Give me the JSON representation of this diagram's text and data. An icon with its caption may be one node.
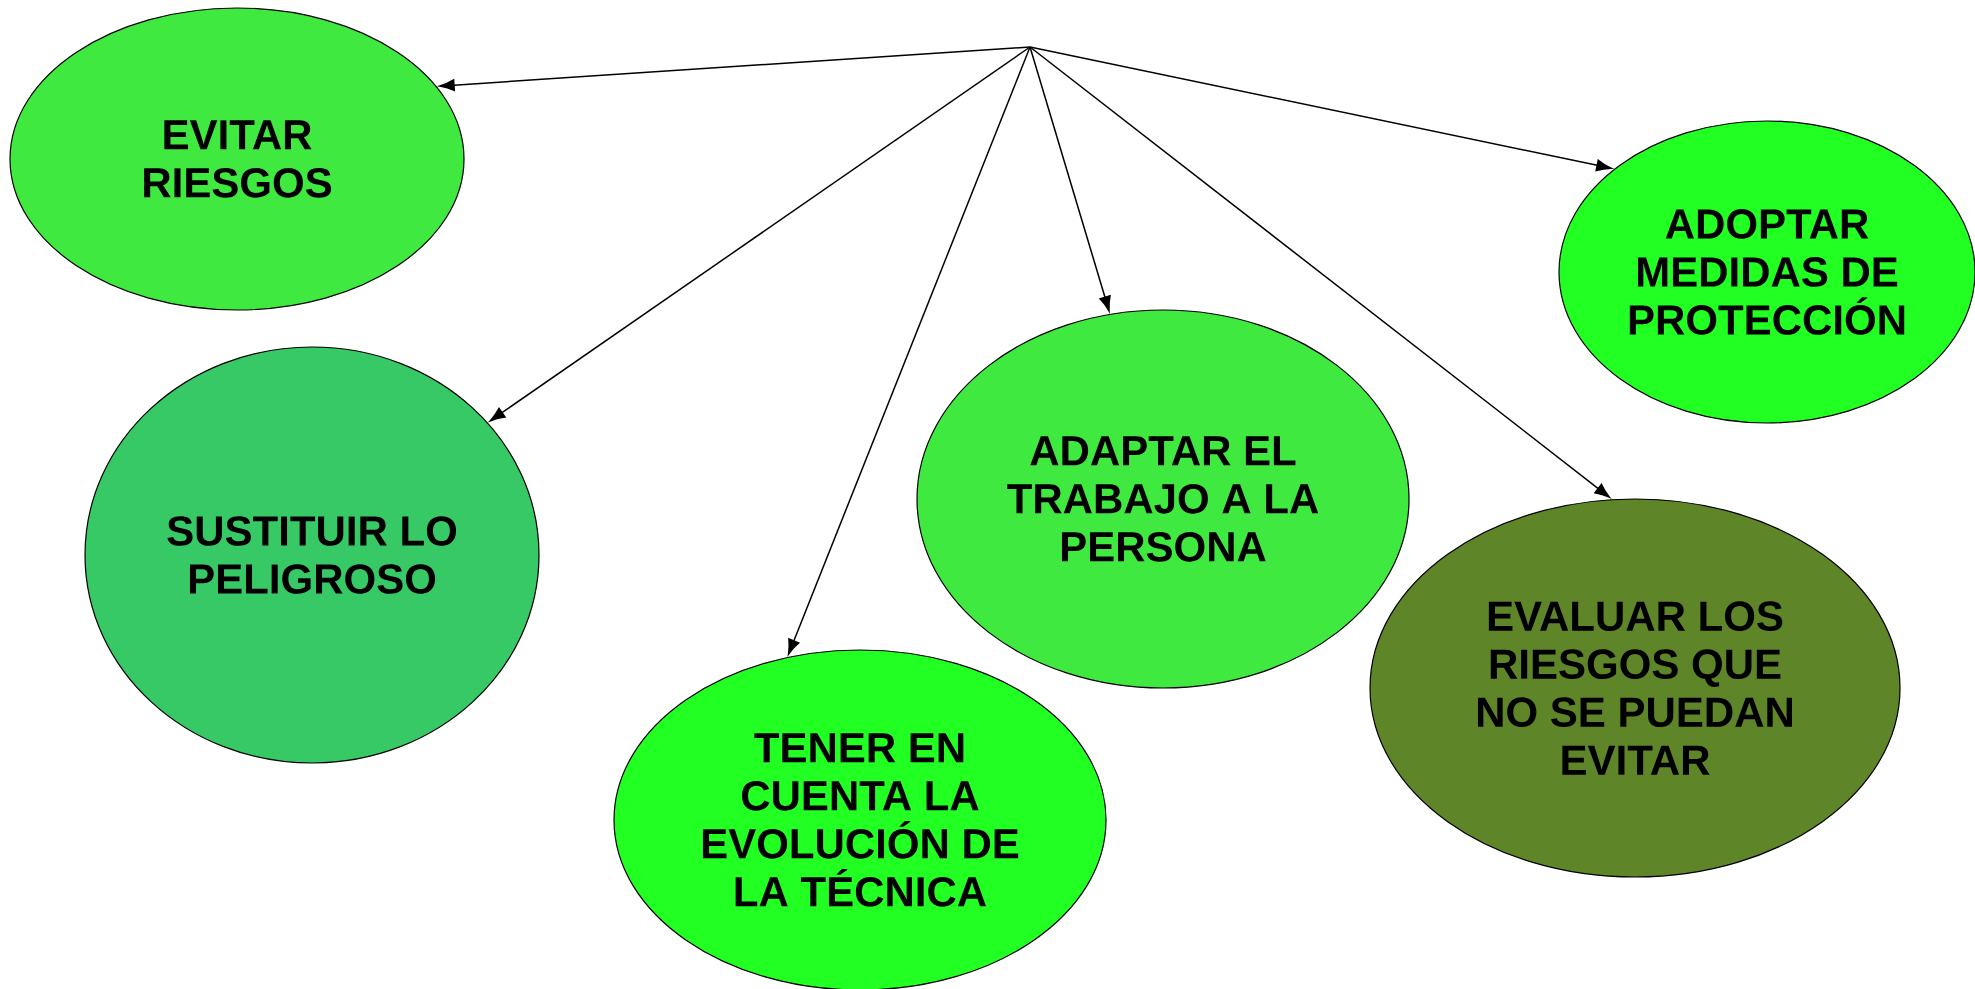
{
  "diagram": {
    "nodes": [
      {
        "text": [
          "EVITAR RIESGOS"
        ]
      },
      {
        "text": [
          "ADOPTAR MEDIDAS DE PROTECCIÓN"
        ]
      },
      {
        "text": [
          "SUSTITUIR LO PELIGROSO"
        ]
      },
      {
        "text": [
          "ADAPTAR EL TRABAJO A LA PERSONA"
        ]
      },
      {
        "text": [
          "EVALUAR LOS RIESGOS QUE NO SE PUEDAN EVITAR"
        ]
      },
      {
        "text": [
          "TENER EN CUENTA LA EVOLUCIÓN DE LA TÉCNICA"
        ]
      }
    ],
    "edges": [
      {
        "from": null,
        "to": 0,
        "arrow": "to"
      },
      {
        "from": null,
        "to": 1,
        "arrow": "to"
      },
      {
        "from": null,
        "to": 2,
        "arrow": "to"
      },
      {
        "from": null,
        "to": 3,
        "arrow": "to"
      },
      {
        "from": null,
        "to": 4,
        "arrow": "to"
      },
      {
        "from": null,
        "to": 5,
        "arrow": "to"
      }
    ]
  }
}
